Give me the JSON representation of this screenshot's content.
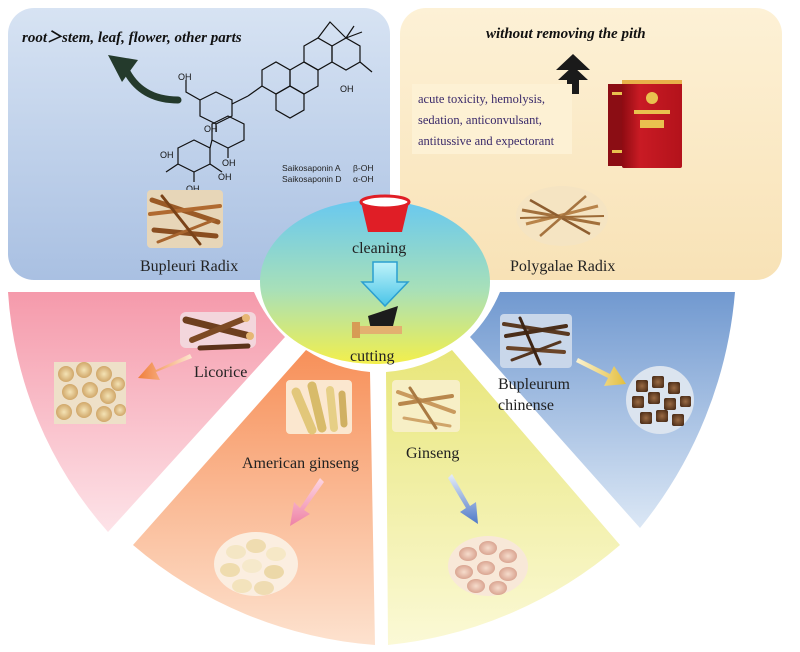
{
  "top_left": {
    "ranking": "root＞stem, leaf, flower, other parts",
    "compound_a": "Saikosaponin A",
    "compound_a_config": "β-OH",
    "compound_d": "Saikosaponin D",
    "compound_d_config": "α-OH",
    "oh": "OH",
    "herb_label": "Bupleuri Radix"
  },
  "top_right": {
    "note": "without removing the pith",
    "effects": [
      "acute toxicity, hemolysis,",
      "sedation, anticonvulsant,",
      "antitussive and expectorant"
    ],
    "herb_label": "Polygalae Radix"
  },
  "center": {
    "step1": "cleaning",
    "step2": "cutting"
  },
  "segments": {
    "licorice": "Licorice",
    "american_ginseng": "American ginseng",
    "ginseng": "Ginseng",
    "bupleurum_line1": "Bupleurum",
    "bupleurum_line2": "chinense"
  },
  "colors": {
    "top_left_panel": "#b3c8e6",
    "top_right_panel": "#fbe8c4",
    "licorice_segment": "#f7a3b1",
    "american_ginseng_segment": "#f7a06a",
    "ginseng_segment": "#eeec8e",
    "bupleurum_segment": "#7fa6d8",
    "center_ellipse_top": "#7fd0ee",
    "center_ellipse_bottom": "#f2ef4e",
    "book_red": "#c0141f"
  }
}
